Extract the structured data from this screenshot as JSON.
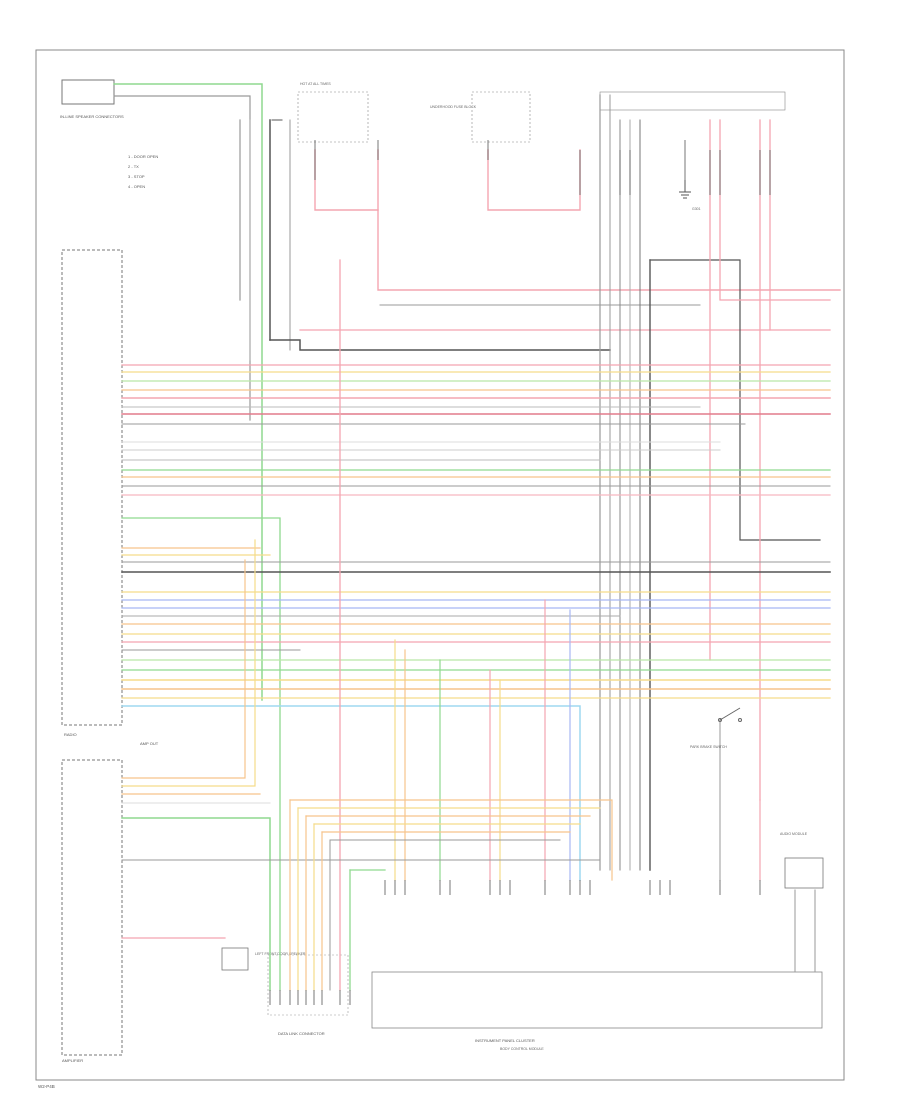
{
  "page_code": "W2-P4B",
  "colors": {
    "border": "#8a8a8a",
    "wire_red": "#f4a5b0",
    "wire_pink": "#f7b8c0",
    "wire_green": "#8fd98f",
    "wire_ltgreen": "#b9e8a6",
    "wire_yellow": "#f5dc8a",
    "wire_orange": "#f6c48c",
    "wire_blue": "#a8b8f4",
    "wire_ltblue": "#9fd8f0",
    "wire_gray": "#9a9a9a",
    "wire_black": "#555555",
    "wire_white": "#e2e2e2"
  },
  "legend": {
    "items": [
      "1 - DOOR OPEN",
      "2 - TX",
      "3 - STOP",
      "4 - OPEN"
    ]
  },
  "labels": {
    "top_left_module": "IN-LINE SPEAKER CONNECTORS",
    "hot_at_all_times": "HOT AT ALL TIMES",
    "fuse_block": "UNDERHOOD FUSE BLOCK",
    "left_module": "RADIO",
    "lower_left_module": "AMPLIFIER",
    "amp_out": "AMP OUT",
    "rear_connector": "DATA LINK CONNECTOR",
    "bottom_module": "INSTRUMENT PANEL CLUSTER",
    "bottom_module_sub": "BODY CONTROL MODULE",
    "right_switch": "PARK BRAKE SWITCH",
    "right_module": "AUDIO MODULE",
    "left_front_door": "LEFT FRONT DOOR SPEAKER",
    "ground": "G301"
  }
}
